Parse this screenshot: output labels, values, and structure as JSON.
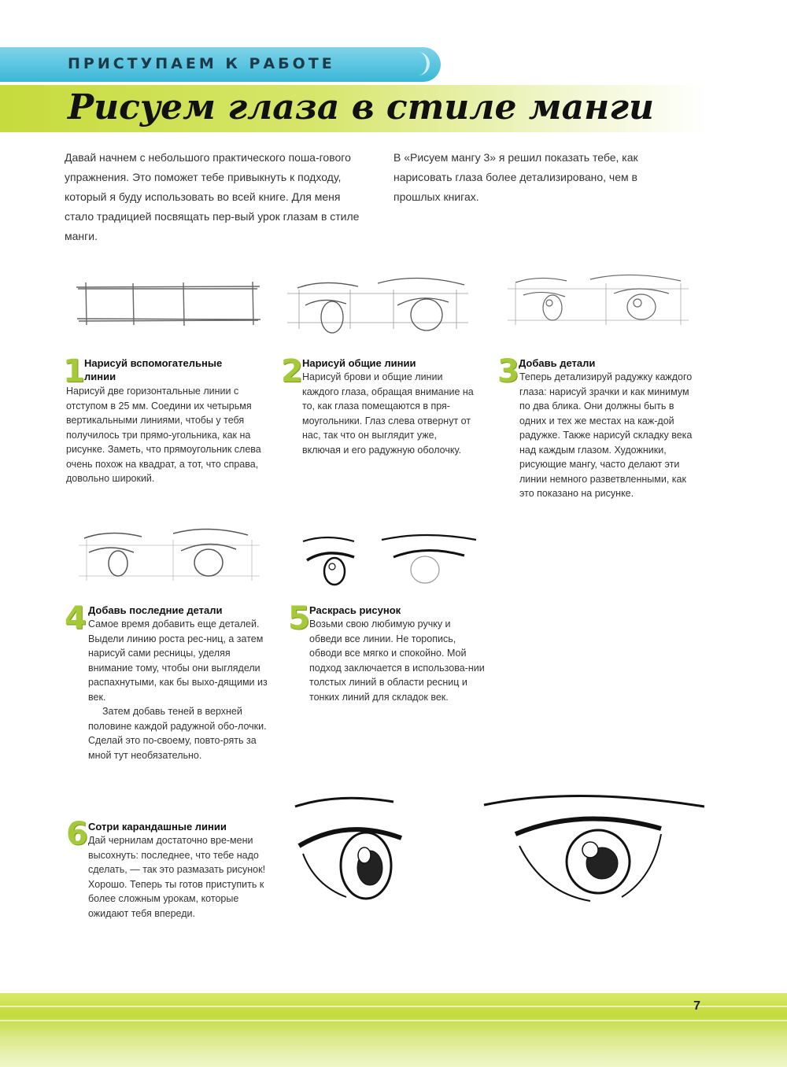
{
  "header": {
    "section_label": "ПРИСТУПАЕМ К РАБОТЕ",
    "title": "Рисуем глаза в стиле манги"
  },
  "intro": {
    "left": "Давай начнем с небольшого практического поша-гового упражнения. Это поможет тебе привыкнуть к подходу, который я буду использовать во всей книге. Для меня стало традицией посвящать пер-вый урок глазам в стиле манги.",
    "right": "В «Рисуем мангу 3» я решил показать тебе, как нарисовать глаза более детализировано, чем в прошлых книгах."
  },
  "steps": [
    {
      "number": "1",
      "title": "Нарисуй вспомогательные линии",
      "text": "Нарисуй две горизонтальные линии с отступом в 25 мм. Соедини их четырьмя вертикальными линиями, чтобы у тебя получилось три прямо-угольника, как на рисунке. Заметь, что прямоугольник слева очень похож на квадрат, а тот, что справа, довольно широкий."
    },
    {
      "number": "2",
      "title": "Нарисуй общие линии",
      "text": "Нарисуй брови и общие линии каждого глаза, обращая внимание на то, как глаза помещаются в пря-моугольники. Глаз слева отвернут от нас, так что он выглядит уже, включая и его радужную оболочку."
    },
    {
      "number": "3",
      "title": "Добавь детали",
      "text": "Теперь детализируй радужку каждого глаза: нарисуй зрачки и как минимум по два блика. Они должны быть в одних и тех же местах на каж-дой радужке. Также нарисуй складку века над каждым глазом. Художники, рисующие мангу, часто делают эти линии немного разветвленными, как это показано на рисунке."
    },
    {
      "number": "4",
      "title": "Добавь последние детали",
      "text": "Самое время добавить еще деталей. Выдели линию роста рес-ниц, а затем нарисуй сами ресницы, уделяя внимание тому, чтобы они выглядели распахнутыми, как бы выхо-дящими из век.",
      "text2": "Затем добавь теней в верхней половине каждой радужной обо-лочки. Сделай это по-своему, повто-рять за мной тут необязательно."
    },
    {
      "number": "5",
      "title": "Раскрась рисунок",
      "text": "Возьми свою любимую ручку и обведи все линии. Не торопись, обводи все мягко и спокойно. Мой подход заключается в использова-нии толстых линий в области ресниц и тонких линий для складок век."
    },
    {
      "number": "6",
      "title": "Сотри карандашные линии",
      "text": "Дай чернилам достаточно вре-мени высохнуть: последнее, что тебе надо сделать, — так это размазать рисунок! Хорошо. Теперь ты готов приступить к более сложным урокам, которые ожидают тебя впереди."
    }
  ],
  "footer": {
    "page_number": "7"
  },
  "colors": {
    "accent_green": "#a6c93a",
    "tab_blue": "#3ab7d8"
  }
}
